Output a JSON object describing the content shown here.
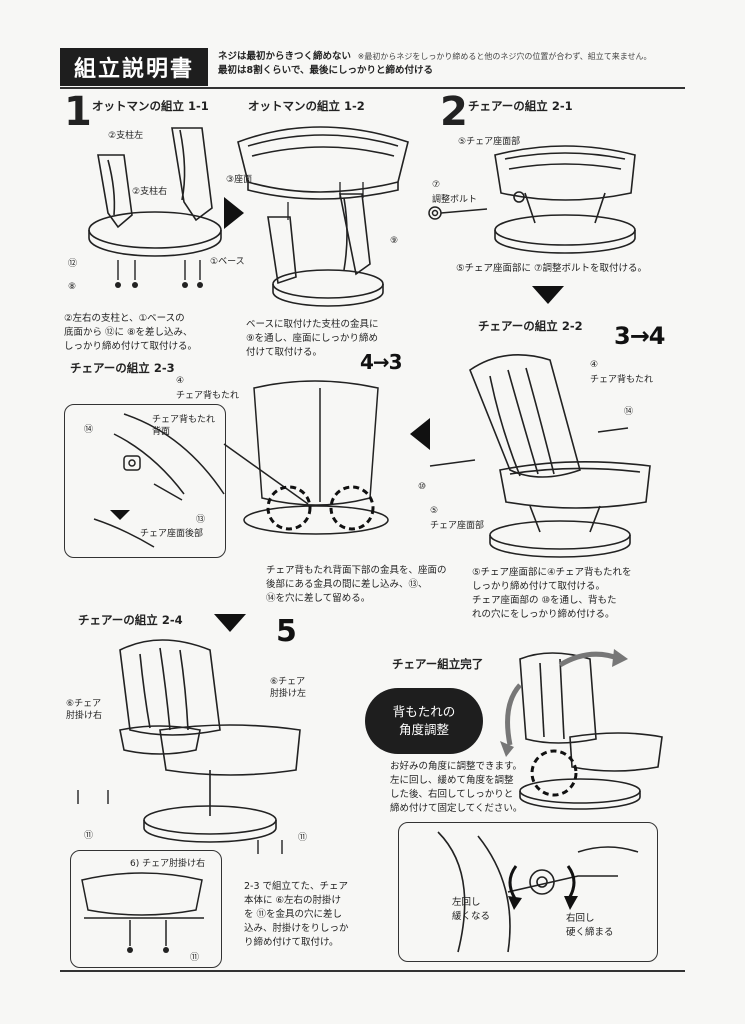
{
  "header": {
    "title": "組立説明書",
    "warning_main": "ネジは最初からきつく締めない",
    "warning_note": "※最初からネジをしっかり締めると他のネジ穴の位置が合わず、組立て来ません。",
    "warning_line2": "最初は8割くらいで、最後にしっかりと締め付ける"
  },
  "step1": {
    "number": "1",
    "title_1_1": "オットマンの組立 1-1",
    "title_1_2": "オットマンの組立 1-2",
    "labels": {
      "post_left": "②支柱左",
      "post_right": "②支柱右",
      "base": "①ベース",
      "seat_face": "③座面",
      "p12": "⑫",
      "p8": "⑧",
      "p9": "⑨"
    },
    "caption_1_1": [
      "②左右の支柱と、①ベースの",
      "底面から ⑫に ⑧を差し込み、",
      "しっかり締め付けて取付ける。"
    ],
    "caption_1_2": [
      "ベースに取付けた支柱の金具に",
      "⑨を通し、座面にしっかり締め",
      "付けて取付ける。"
    ]
  },
  "step2": {
    "number": "2",
    "title_2_1": "チェアーの組立 2-1",
    "labels_2_1": {
      "seat": "⑤チェア座面部",
      "bolt_num": "⑦",
      "bolt": "調整ボルト"
    },
    "caption_2_1": "⑤チェア座面部に ⑦調整ボルトを取付ける。",
    "title_2_2": "チェアーの組立 2-2",
    "hand_2_2": "3→4",
    "labels_2_2": {
      "back_num": "④",
      "back": "チェア背もたれ",
      "p14": "⑭",
      "p10": "⑩",
      "seat_num": "⑤",
      "seat": "チェア座面部"
    },
    "caption_2_2": [
      "⑤チェア座面部に④チェア背もたれを",
      "しっかり締め付けて取付ける。",
      "チェア座面部の ⑩を通し、背もた",
      "れの穴にをしっかり締め付ける。"
    ],
    "title_2_3": "チェアーの組立 2-3",
    "hand_2_3": "4→3",
    "labels_2_3": {
      "back_num": "④",
      "back": "チェア背もたれ",
      "p14": "⑭",
      "back_face_1": "チェア背もたれ",
      "back_face_2": "背面",
      "p13": "⑬",
      "seat_rear": "チェア座面後部"
    },
    "caption_2_3": [
      "チェア背もたれ背面下部の金具を、座面の",
      "後部にある金具の間に差し込み、⑬、",
      "⑭を穴に差して留める。"
    ],
    "title_2_4": "チェアーの組立 2-4",
    "hand_2_4": "5",
    "labels_2_4": {
      "arm_left_1": "⑥チェア",
      "arm_left_2": "肘掛け左",
      "arm_right_1": "⑥チェア",
      "arm_right_2": "肘掛け右",
      "p11": "⑪",
      "detail": "6) チェア肘掛け右"
    },
    "caption_2_4": [
      "2-3 で組立てた、チェア",
      "本体に ⑥左右の肘掛け",
      "を ⑪を金具の穴に差し",
      "込み、肘掛けをりしっか",
      "り締め付けて取付け。"
    ],
    "title_done": "チェアー組立完了",
    "badge": [
      "背もたれの",
      "角度調整"
    ],
    "caption_done": [
      "お好みの角度に調整できます。",
      "左に回し、緩めて角度を調整",
      "した後、右回してしっかりと",
      "締め付けて固定してください。"
    ],
    "left_turn": [
      "左回し",
      "緩くなる"
    ],
    "right_turn": [
      "右回し",
      "硬く締まる"
    ]
  },
  "colors": {
    "ink": "#222222",
    "paper": "#f7f7f5",
    "badge": "#1e1e1e"
  }
}
